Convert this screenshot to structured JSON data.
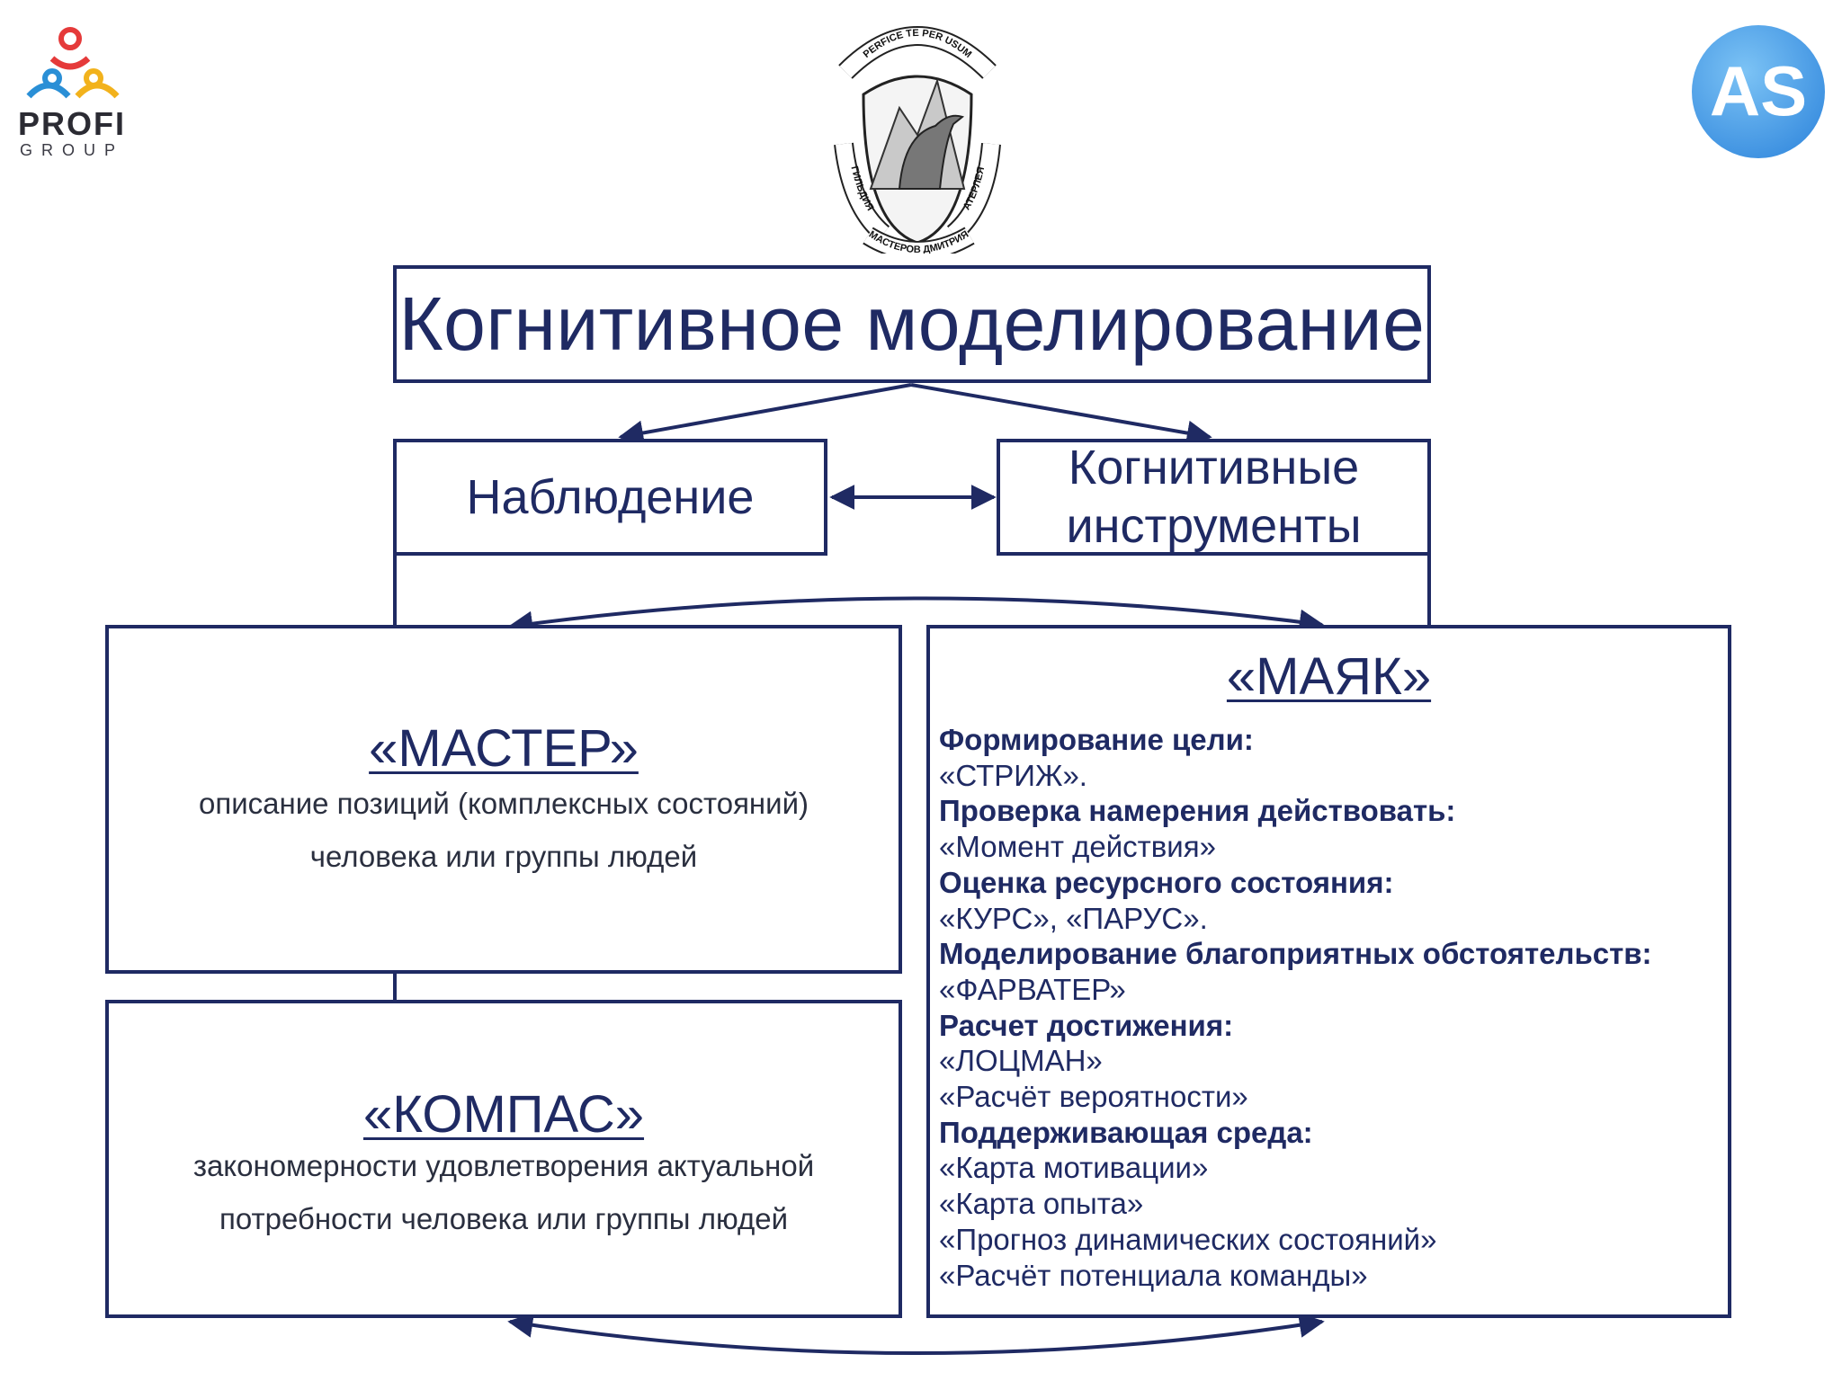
{
  "logos": {
    "profi_name": "PROFI",
    "profi_sub": "GROUP",
    "emblem_ribbon_top": "PERFICE TE PER USUM",
    "emblem_ribbon_left": "ГИЛЬДИЯ",
    "emblem_ribbon_bottom": "МАСТЕРОВ ДМИТРИЯ",
    "emblem_ribbon_right": "АТЕРЛЕЯ",
    "as_text": "AS"
  },
  "title": "Когнитивное моделирование",
  "observation": "Наблюдение",
  "tools": [
    "Когнитивные",
    "инструменты"
  ],
  "master": {
    "title": "«МАСТЕР»",
    "desc": [
      "описание позиций (комплексных состояний)",
      "человека или группы людей"
    ]
  },
  "kompas": {
    "title": "«КОМПАС»",
    "desc": [
      "закономерности удовлетворения актуальной",
      "потребности человека или группы людей"
    ]
  },
  "mayak": {
    "title": "«МАЯК»",
    "groups": [
      {
        "heading": "Формирование цели:",
        "items": [
          "«СТРИЖ»."
        ]
      },
      {
        "heading": "Проверка намерения действовать:",
        "items": [
          "«Момент действия»"
        ]
      },
      {
        "heading": "Оценка ресурсного состояния:",
        "items": [
          "«КУРС», «ПАРУС»."
        ]
      },
      {
        "heading": "Моделирование благоприятных обстоятельств:",
        "items": [
          "«ФАРВАТЕР»"
        ]
      },
      {
        "heading": "Расчет достижения:",
        "items": [
          "«ЛОЦМАН»",
          "«Расчёт вероятности»"
        ]
      },
      {
        "heading": "Поддерживающая среда:",
        "items": [
          "«Карта мотивации»",
          "«Карта опыта»",
          "«Прогноз динамических состояний»",
          "«Расчёт потенциала команды»"
        ]
      }
    ]
  },
  "colors": {
    "border": "#1f2a63",
    "text": "#1f2a63",
    "as_blue": "#4a9fe8",
    "profi_red": "#e53a3a",
    "profi_blue": "#2a8fd6",
    "profi_yellow": "#f2b21c"
  }
}
